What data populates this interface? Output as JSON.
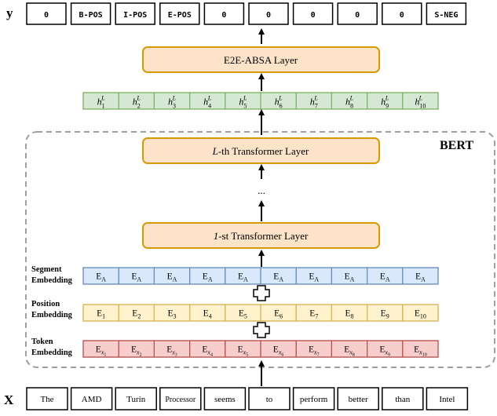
{
  "y_label": "y",
  "x_label": "X",
  "bert_label": "BERT",
  "output_tags": [
    "0",
    "B-POS",
    "I-POS",
    "E-POS",
    "0",
    "0",
    "0",
    "0",
    "0",
    "S-NEG"
  ],
  "e2e_layer_label": "E2E-ABSA Layer",
  "hidden_base": "h",
  "hidden_sup": "L",
  "hidden_subs": [
    "1",
    "2",
    "3",
    "4",
    "5",
    "6",
    "7",
    "8",
    "9",
    "10"
  ],
  "lth_layer": {
    "italic": "L",
    "rest": "-th Transformer Layer"
  },
  "first_layer": {
    "italic": "1",
    "rest": "-st Transformer Layer"
  },
  "ellipsis": "...",
  "segment_label": [
    "Segment",
    "Embedding"
  ],
  "position_label": [
    "Position",
    "Embedding"
  ],
  "token_label": [
    "Token",
    "Embedding"
  ],
  "embedding_base": "E",
  "segment_subs": [
    "A",
    "A",
    "A",
    "A",
    "A",
    "A",
    "A",
    "A",
    "A",
    "A"
  ],
  "position_subs": [
    "1",
    "2",
    "3",
    "4",
    "5",
    "6",
    "7",
    "8",
    "9",
    "10"
  ],
  "token_sub_base": "x",
  "token_subs": [
    "1",
    "2",
    "3",
    "4",
    "5",
    "6",
    "7",
    "8",
    "9",
    "10"
  ],
  "plus_sign": "+",
  "input_words": [
    "The",
    "AMD",
    "Turin",
    "Processor",
    "seems",
    "to",
    "perform",
    "better",
    "than",
    "Intel"
  ],
  "colors": {
    "orange_fill": "#fde3c7",
    "orange_stroke": "#d79b00",
    "green_fill": "#d5e8d4",
    "green_stroke": "#82b366",
    "blue_fill": "#dae8fc",
    "blue_stroke": "#6c8ebf",
    "yellow_fill": "#fff2cc",
    "yellow_stroke": "#d6b656",
    "red_fill": "#f8cecc",
    "red_stroke": "#b85450",
    "dash_stroke": "#9e9e9e"
  }
}
